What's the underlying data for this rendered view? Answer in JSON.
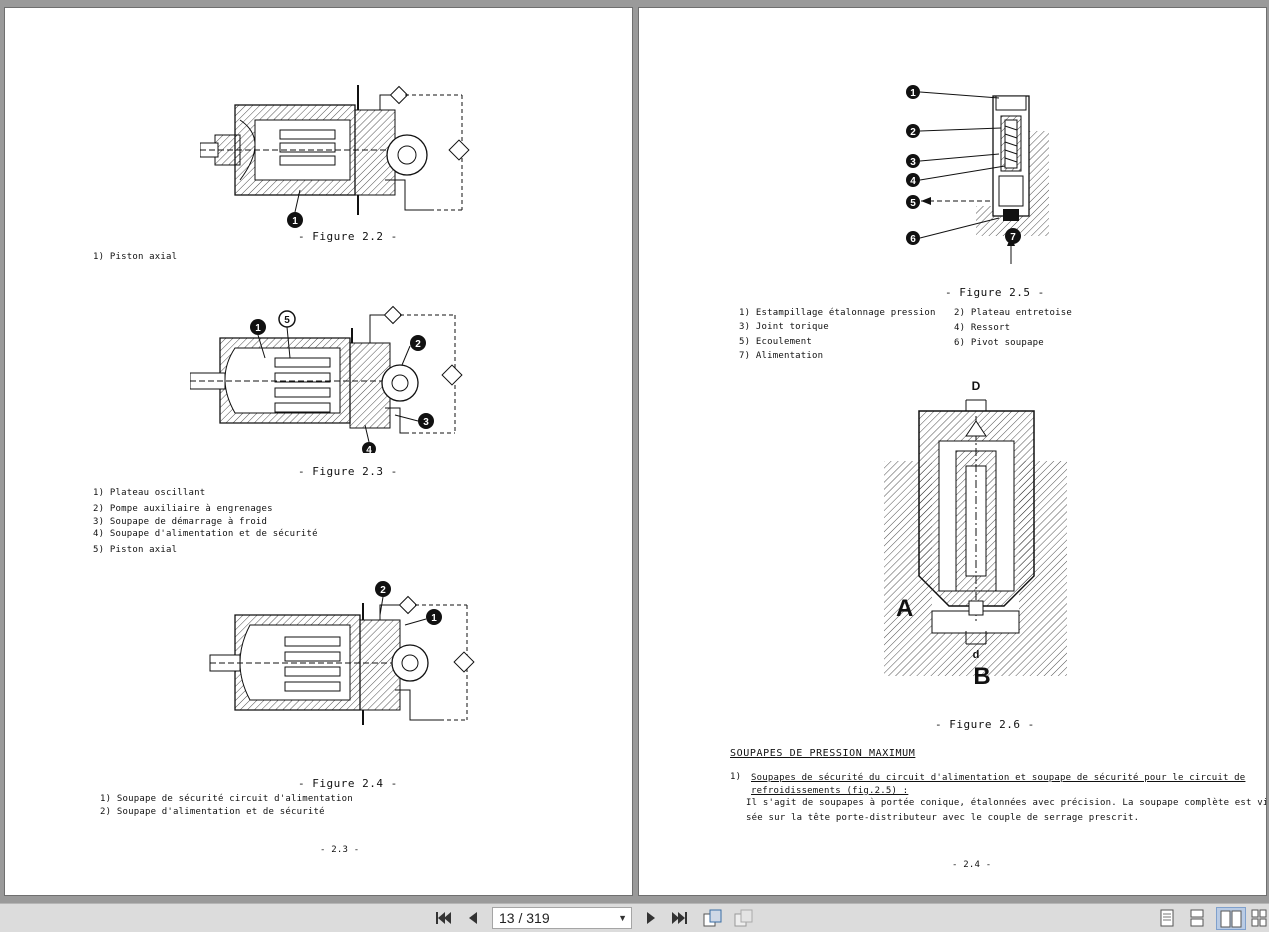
{
  "left_page": {
    "fig22": {
      "caption": "- Figure 2.2 -",
      "callout1": "1"
    },
    "fig22_legend": [
      "1) Piston axial"
    ],
    "fig23": {
      "caption": "- Figure 2.3 -",
      "callout1": "1",
      "callout2": "2",
      "callout3": "3",
      "callout4": "4",
      "callout5": "5"
    },
    "fig23_legend": [
      "1) Plateau oscillant",
      "2) Pompe auxiliaire à engrenages",
      "3) Soupape de démarrage  à froid",
      "4) Soupape d'alimentation et de sécurité",
      "5) Piston axial"
    ],
    "fig24": {
      "caption": "- Figure 2.4 -",
      "callout1": "1",
      "callout2": "2"
    },
    "fig24_legend": [
      "1) Soupape de sécurité circuit d'alimentation",
      "2) Soupape d'alimentation et de sécurité"
    ],
    "page_number": "- 2.3 -"
  },
  "right_page": {
    "fig25": {
      "caption": "- Figure 2.5 -",
      "callouts": [
        "1",
        "2",
        "3",
        "4",
        "5",
        "6",
        "7"
      ]
    },
    "fig25_legend": {
      "col1": [
        "1) Estampillage étalonnage pression",
        "3) Joint torique",
        "5) Ecoulement",
        "7) Alimentation"
      ],
      "col2": [
        "2) Plateau entretoise",
        "4) Ressort",
        "6) Pivot soupape"
      ]
    },
    "fig26": {
      "caption": "- Figure 2.6 -",
      "label_d_upper": "D",
      "label_d_lower": "d",
      "label_a": "A",
      "label_b": "B"
    },
    "section_title": "SOUPAPES DE PRESSION MAXIMUM",
    "item_number": "1)",
    "item_title_line1": "Soupapes de sécurité du circuit d'alimentation et soupape de sécurité pour le circuit de",
    "item_title_line2": "refroidissements (fig.2.5) :",
    "item_body_line1": "Il s'agit de soupapes à portée conique, étalonnées avec précision. La soupape complète est vis",
    "item_body_line2": "sée sur la tête porte-distributeur avec le couple de serrage prescrit.",
    "page_number": "- 2.4 -"
  },
  "toolbar": {
    "page_indicator": "13 / 319",
    "icons": [
      "first-page-icon",
      "previous-page-icon",
      "next-page-icon",
      "last-page-icon",
      "rotate-icon",
      "rotate-alt-icon",
      "single-page-icon",
      "continuous-page-icon",
      "two-page-icon",
      "two-page-continuous-icon"
    ]
  }
}
